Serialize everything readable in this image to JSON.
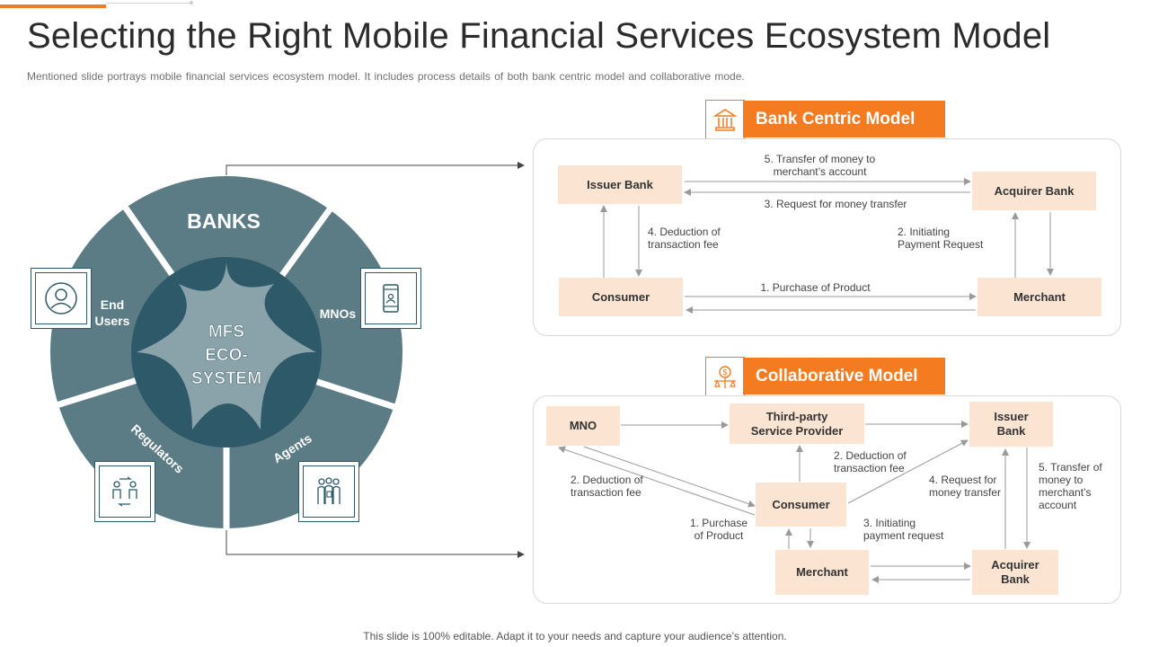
{
  "header": {
    "title": "Selecting the Right Mobile Financial Services Ecosystem Model",
    "subtitle": "Mentioned slide portrays mobile financial services  ecosystem model. It includes process details of both bank centric model and collaborative  mode."
  },
  "wheel": {
    "banks": "BANKS",
    "end_users": [
      "End",
      "Users"
    ],
    "mnos": "MNOs",
    "regulators": "Regulators",
    "agents": "Agents",
    "center": [
      "MFS",
      "ECO-",
      "SYSTEM"
    ]
  },
  "bank_centric": {
    "title": "Bank Centric Model",
    "issuer_bank": "Issuer  Bank",
    "acquirer_bank": "Acquirer Bank",
    "consumer": "Consumer",
    "merchant": "Merchant",
    "step5": [
      "5. Transfer of money to",
      "merchant’s account"
    ],
    "step3": "3. Request for money transfer",
    "step4": [
      "4. Deduction of",
      "transaction fee"
    ],
    "step2": [
      "2. Initiating",
      "Payment Request"
    ],
    "step1": "1. Purchase of Product"
  },
  "collaborative": {
    "title": "Collaborative Model",
    "mno": "MNO",
    "third_party": [
      "Third-party",
      "Service Provider"
    ],
    "issuer_bank": [
      "Issuer",
      "Bank"
    ],
    "consumer": "Consumer",
    "merchant": "Merchant",
    "acquirer_bank": [
      "Acquirer",
      "Bank"
    ],
    "deduction_left": [
      "2. Deduction of",
      "transaction fee"
    ],
    "deduction_mid": [
      "2. Deduction of",
      "transaction fee"
    ],
    "request_money": [
      "4. Request for",
      "money transfer"
    ],
    "transfer": [
      "5. Transfer of",
      "money to",
      "merchant’s",
      "account"
    ],
    "purchase": [
      "1. Purchase",
      "of Product"
    ],
    "initiating": [
      "3. Initiating",
      "payment request"
    ]
  },
  "footer": "This slide is 100% editable. Adapt it to your needs and capture your audience’s attention.",
  "colors": {
    "accent": "#f47b20",
    "box_fill": "#fce4d2",
    "wheel_dark": "#5b7b85",
    "wheel_center": "#2e5968",
    "wheel_star": "#8aa3ab"
  }
}
